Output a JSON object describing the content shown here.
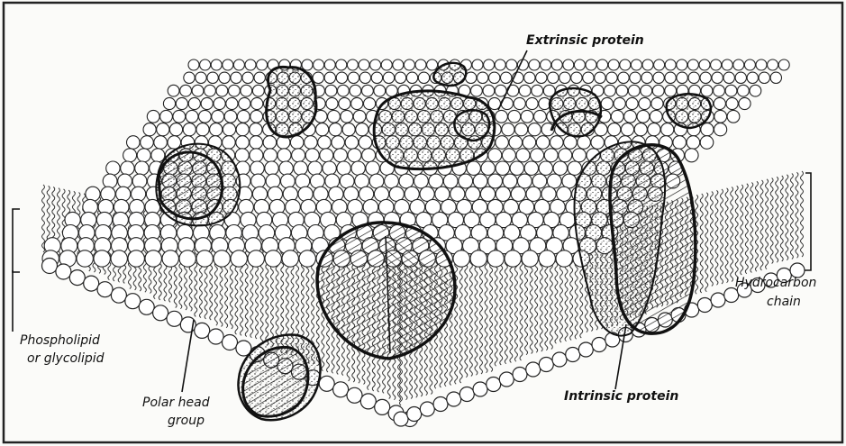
{
  "figure": {
    "labels": {
      "extrinsic_protein": "Extrinsic protein",
      "hydrocarbon_line1": "Hydrocarbon",
      "hydrocarbon_line2": "chain",
      "phospholipid_line1": "Phospholipid",
      "phospholipid_line2": "or glycolipid",
      "polar_line1": "Polar head",
      "polar_line2": "group",
      "intrinsic_protein": "Intrinsic protein"
    },
    "colors": {
      "ink": "#111111",
      "paper": "#fbfbf9"
    }
  }
}
